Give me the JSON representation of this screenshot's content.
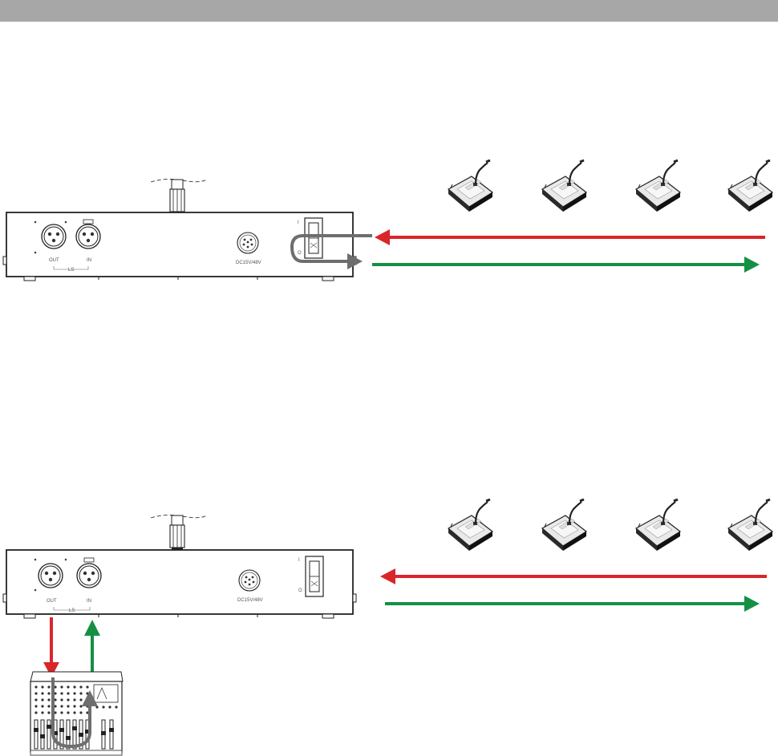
{
  "panels": [
    {
      "id": "top",
      "unit": {
        "out_label": "OUT",
        "in_label": "IN",
        "ls_label": "LS",
        "power_label": "DC15V/48V",
        "switch_on": "I",
        "switch_off": "O"
      },
      "loopback": "internal"
    },
    {
      "id": "bottom",
      "unit": {
        "out_label": "OUT",
        "in_label": "IN",
        "ls_label": "LS",
        "power_label": "DC15V/48V",
        "switch_on": "I",
        "switch_off": "O"
      },
      "loopback": "external-mixer"
    }
  ],
  "colors": {
    "header_bar": "#a7a7a7",
    "to_unit_arrow": "#d9262b",
    "from_unit_arrow": "#139044",
    "loop_arrow": "#6e6e6e"
  },
  "icons": [
    "conference-microphone-icon",
    "cable-connector-icon",
    "xlr-socket-icon",
    "power-socket-icon",
    "rocker-switch-icon",
    "audio-mixer-icon"
  ]
}
